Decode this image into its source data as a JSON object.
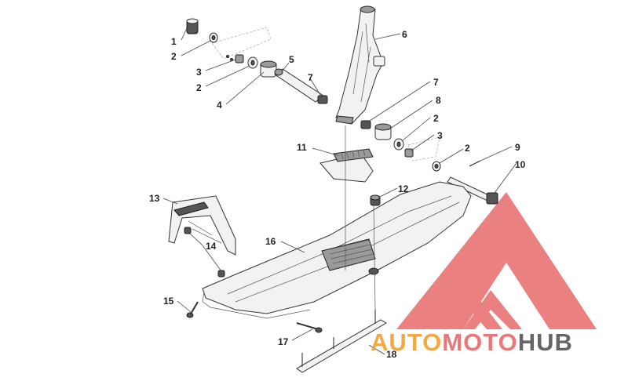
{
  "parts": [
    {
      "id": "c1a",
      "label": "1"
    },
    {
      "id": "c2a",
      "label": "2"
    },
    {
      "id": "c3a",
      "label": "3"
    },
    {
      "id": "c2b",
      "label": "2"
    },
    {
      "id": "c4",
      "label": "4"
    },
    {
      "id": "c5",
      "label": "5"
    },
    {
      "id": "c7a",
      "label": "7"
    },
    {
      "id": "c6",
      "label": "6"
    },
    {
      "id": "c7b",
      "label": "7"
    },
    {
      "id": "c8",
      "label": "8"
    },
    {
      "id": "c2c",
      "label": "2"
    },
    {
      "id": "c3b",
      "label": "3"
    },
    {
      "id": "c2d",
      "label": "2"
    },
    {
      "id": "c9",
      "label": "9"
    },
    {
      "id": "c10",
      "label": "10"
    },
    {
      "id": "c11",
      "label": "11"
    },
    {
      "id": "c12",
      "label": "12"
    },
    {
      "id": "c13",
      "label": "13"
    },
    {
      "id": "c14",
      "label": "14"
    },
    {
      "id": "c16",
      "label": "16"
    },
    {
      "id": "c15",
      "label": "15"
    },
    {
      "id": "c17",
      "label": "17"
    },
    {
      "id": "c18",
      "label": "18"
    }
  ],
  "watermark": {
    "word1": "AUTO",
    "word2": "MOTO",
    "word3": "HUB",
    "color1": "#f0a030",
    "color2": "#e86a6a",
    "color3": "#555555"
  }
}
